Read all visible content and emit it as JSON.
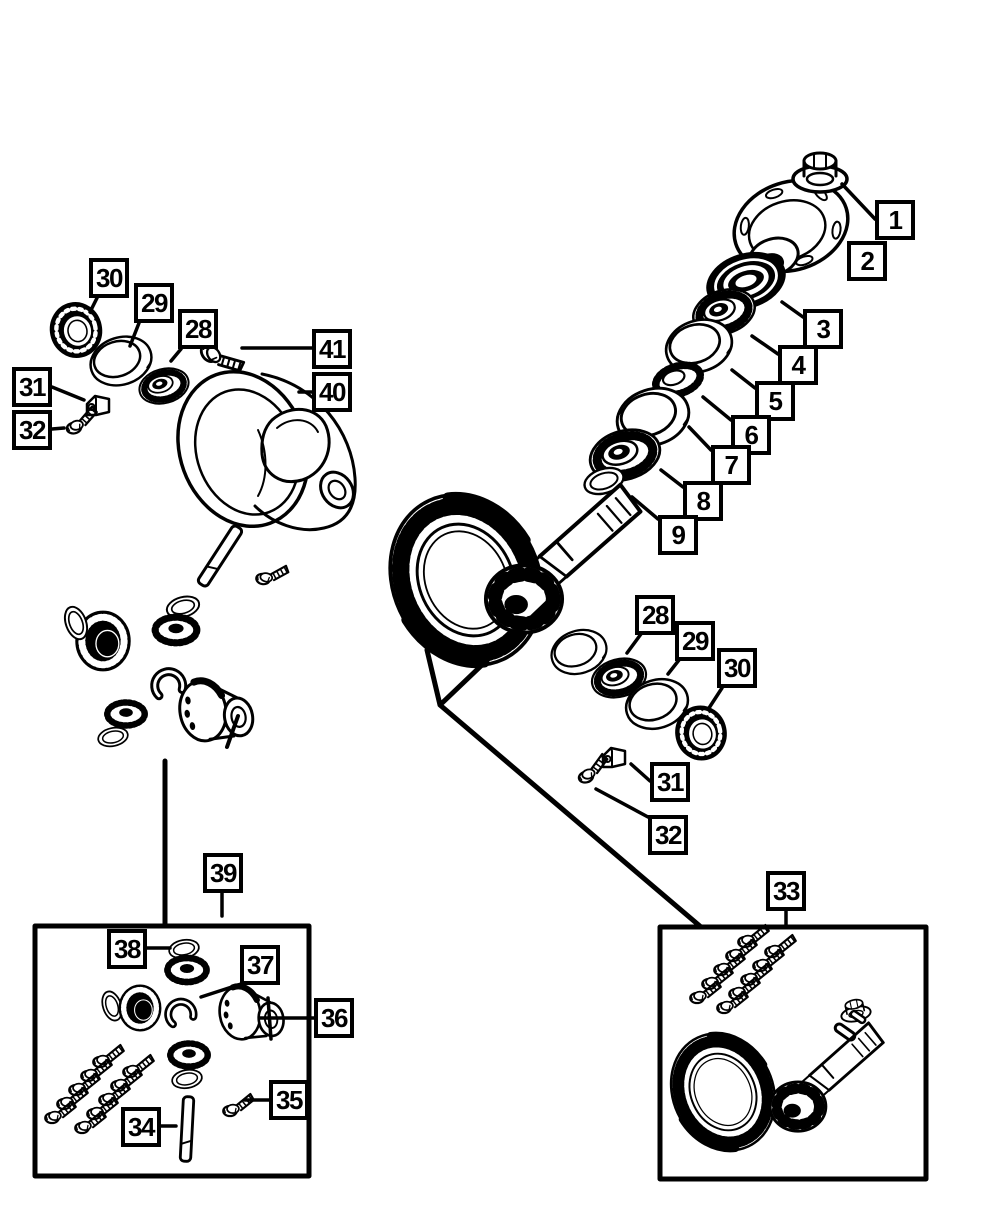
{
  "diagram_type": "exploded-parts-diagram",
  "colors": {
    "background": "#ffffff",
    "ink": "#000000"
  },
  "callouts": {
    "c1": "1",
    "c2": "2",
    "c3": "3",
    "c4": "4",
    "c5": "5",
    "c6": "6",
    "c7": "7",
    "c8": "8",
    "c9": "9",
    "c28": "28",
    "c29": "29",
    "c30": "30",
    "c31": "31",
    "c32": "32",
    "c33": "33",
    "c34": "34",
    "c35": "35",
    "c36": "36",
    "c37": "37",
    "c38": "38",
    "c39": "39",
    "c40": "40",
    "c41": "41"
  }
}
